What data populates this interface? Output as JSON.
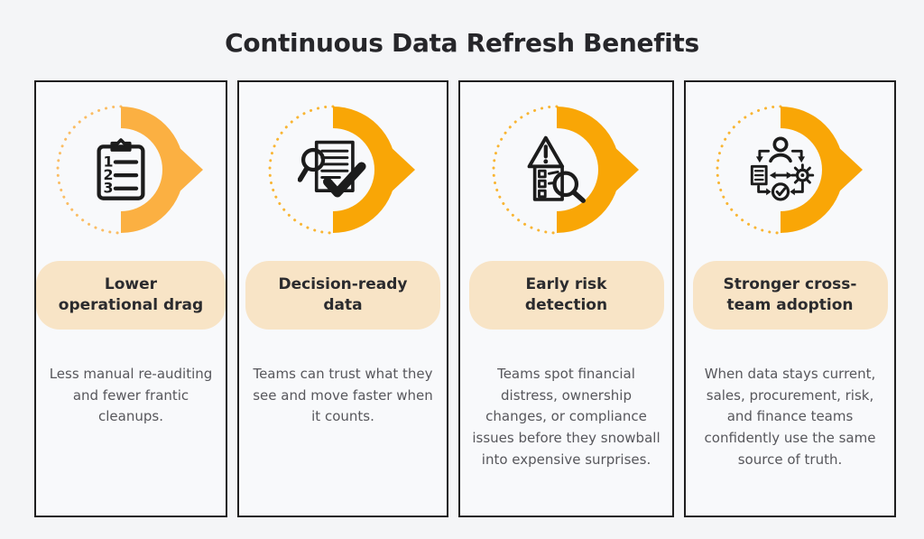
{
  "header": {
    "title": "Continuous Data Refresh Benefits"
  },
  "colors": {
    "page_bg": "#F4F5F7",
    "card_bg": "#F8F9FB",
    "card_border": "#1F1F1F",
    "pill_bg": "#F8E4C6",
    "heading_text": "#26262A",
    "body_text": "#57575C",
    "icon_stroke": "#1C1C1C"
  },
  "cards": [
    {
      "icon": "clipboard-numbered-list-icon",
      "accent": "#FBB042",
      "title": "Lower operational drag",
      "description": "Less manual re-auditing and fewer frantic cleanups."
    },
    {
      "icon": "document-review-check-icon",
      "accent": "#F9A606",
      "title": "Decision-ready data",
      "description": "Teams can trust what they see and move faster when it counts."
    },
    {
      "icon": "risk-alert-magnifier-icon",
      "accent": "#F9A606",
      "title": "Early risk detection",
      "description": "Teams spot financial distress, ownership changes, or compliance issues before they snowball into expensive surprises."
    },
    {
      "icon": "cross-team-workflow-icon",
      "accent": "#F9A606",
      "title": "Stronger cross-team adoption",
      "description": "When data stays current, sales, procurement, risk, and finance teams confidently use the same source of truth."
    }
  ]
}
